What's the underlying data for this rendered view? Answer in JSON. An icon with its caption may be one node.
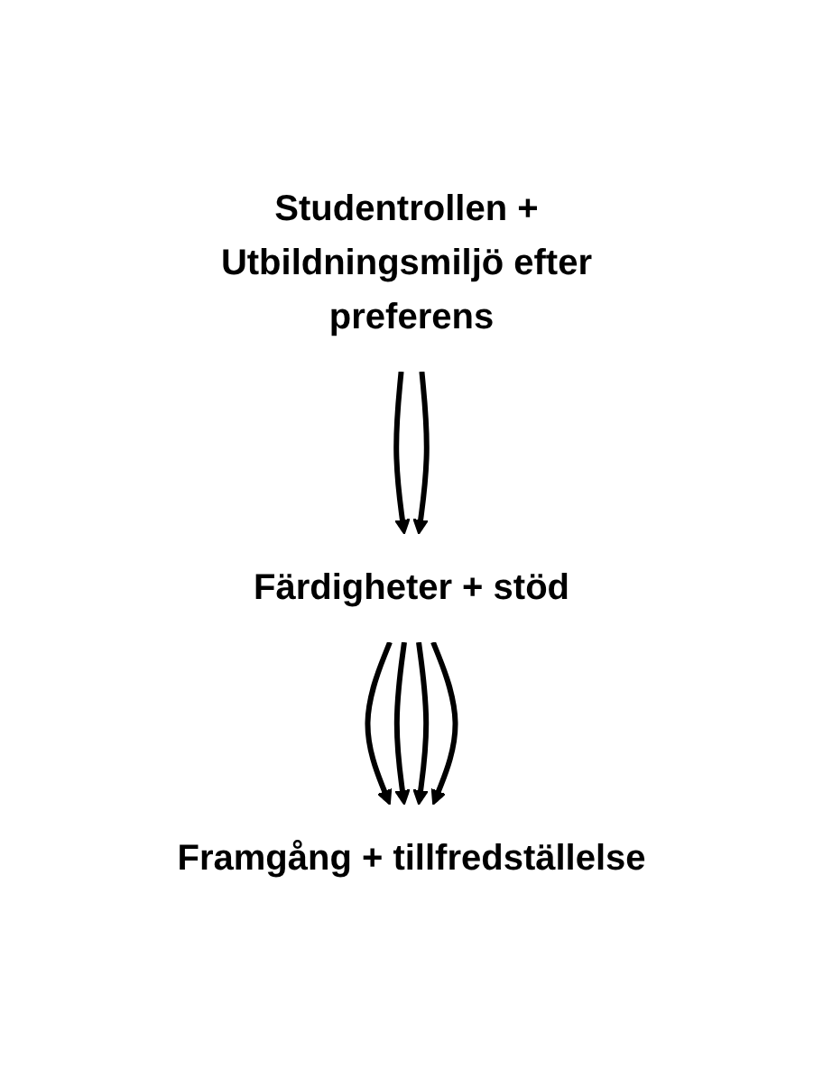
{
  "diagram": {
    "nodes": [
      {
        "text": [
          "Studentrollen + Utbildningsmiljö efter preferens"
        ]
      },
      {
        "text": [
          "Färdigheter + stöd"
        ]
      },
      {
        "text": [
          "Framgång + tillfredställelse"
        ]
      }
    ],
    "edges": [
      {
        "from": 0,
        "to": 1,
        "arrow": "to"
      },
      {
        "from": 0,
        "to": 1,
        "arrow": "to"
      },
      {
        "from": 1,
        "to": 2,
        "arrow": "to"
      },
      {
        "from": 1,
        "to": 2,
        "arrow": "to"
      },
      {
        "from": 1,
        "to": 2,
        "arrow": "to"
      },
      {
        "from": 1,
        "to": 2,
        "arrow": "to"
      }
    ]
  }
}
